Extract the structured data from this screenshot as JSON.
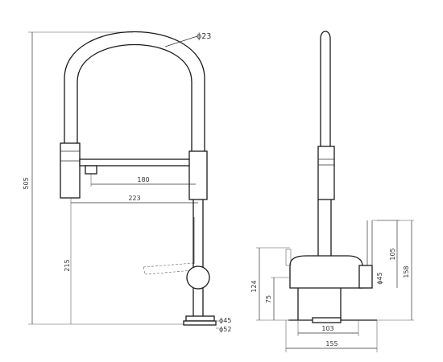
{
  "drawing": {
    "front_view": {
      "dimensions": {
        "total_height": "505",
        "hose_diameter": "ϕ23",
        "spray_reach": "180",
        "spout_reach": "223",
        "body_height": "215",
        "base_diameter_inner": "ϕ45",
        "base_diameter_outer": "ϕ52"
      }
    },
    "side_view": {
      "dimensions": {
        "height_124": "124",
        "height_75": "75",
        "height_105": "105",
        "height_158": "158",
        "body_diameter": "ϕ45",
        "width_103": "103",
        "width_155": "155"
      }
    }
  }
}
